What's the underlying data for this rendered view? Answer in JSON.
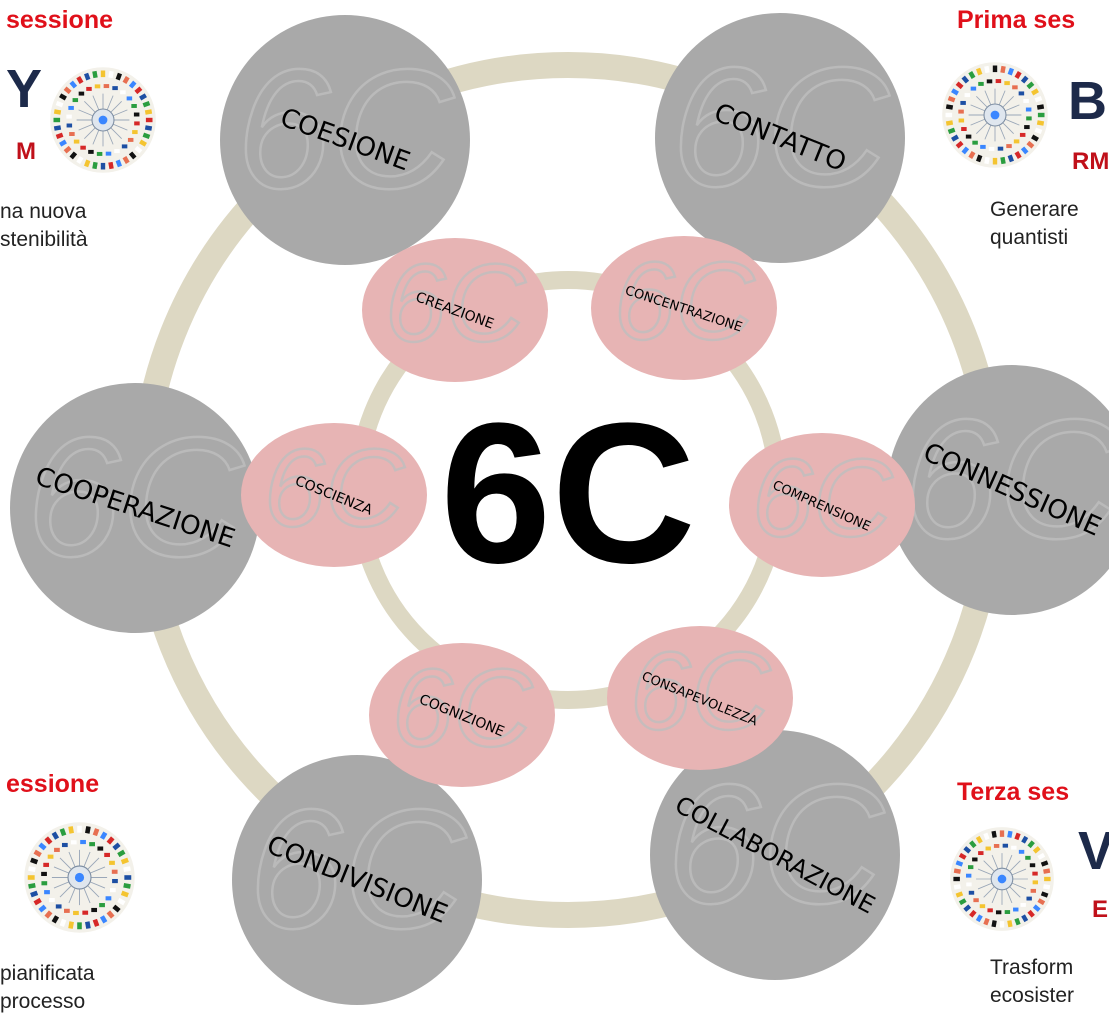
{
  "center": {
    "label": "6C"
  },
  "outer_nodes": [
    {
      "label": "COESIONE"
    },
    {
      "label": "CONTATTO"
    },
    {
      "label": "CONNESSIONE"
    },
    {
      "label": "COLLABORAZIONE"
    },
    {
      "label": "CONDIVISIONE"
    },
    {
      "label": "COOPERAZIONE"
    }
  ],
  "inner_nodes": [
    {
      "label": "CREAZIONE"
    },
    {
      "label": "CONCENTRAZIONE"
    },
    {
      "label": "COMPRENSIONE"
    },
    {
      "label": "CONSAPEVOLEZZA"
    },
    {
      "label": "COGNIZIONE"
    },
    {
      "label": "COSCIENZA"
    }
  ],
  "watermark": {
    "text": "6C"
  },
  "left_top": {
    "heading": "sessione",
    "brand": "Y",
    "brand_sub": "M",
    "lines": [
      "na nuova",
      "stenibilità"
    ]
  },
  "left_bottom": {
    "heading": "essione",
    "lines": [
      "pianificata",
      "processo"
    ]
  },
  "right_top": {
    "heading": "Prima ses",
    "brand": "B",
    "brand_sub": "RM",
    "lines": [
      "Generare",
      "quantisti"
    ]
  },
  "right_bottom": {
    "heading": "Terza ses",
    "brand": "V",
    "brand_sub": "E",
    "lines": [
      "Trasform",
      "ecosister"
    ]
  },
  "colors": {
    "outer_node": "#a9a9a9",
    "inner_node": "#e7b4b4",
    "ring": "#ddd8c3",
    "session_heading": "#e0101a",
    "brand": "#1d2a4a",
    "brand_sub": "#c0101a"
  },
  "icons": [
    "globe-flags-emblem"
  ]
}
